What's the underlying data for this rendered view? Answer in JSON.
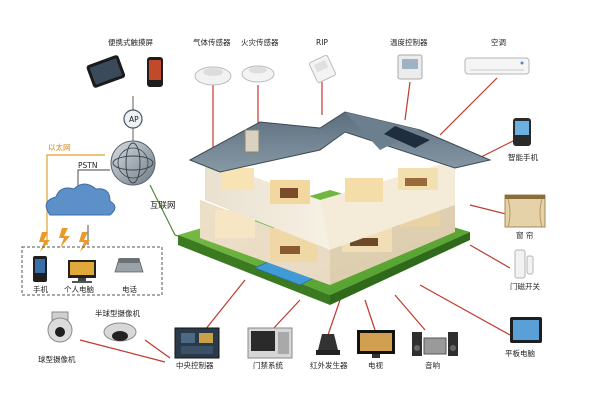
{
  "labels": {
    "touchscreen": "便携式触摸屏",
    "gas_sensor": "气体传感器",
    "fire_sensor": "火灾传感器",
    "rip": "RIP",
    "thermostat": "温度控制器",
    "aircon": "空调",
    "smartphone": "智能手机",
    "curtain": "窗 帘",
    "door_switch": "门磁开关",
    "tablet": "平板电脑",
    "audio": "音响",
    "tv": "电视",
    "ir_transmitter": "红外发生器",
    "door_system": "门禁系统",
    "central_controller": "中央控制器",
    "ball_camera": "球型摄像机",
    "hemi_camera": "半球型摄像机",
    "mobile": "手机",
    "pc": "个人电脑",
    "telephone": "电话",
    "ethernet": "以太网",
    "pstn": "PSTN",
    "internet": "互联网",
    "ap": "AP"
  }
}
